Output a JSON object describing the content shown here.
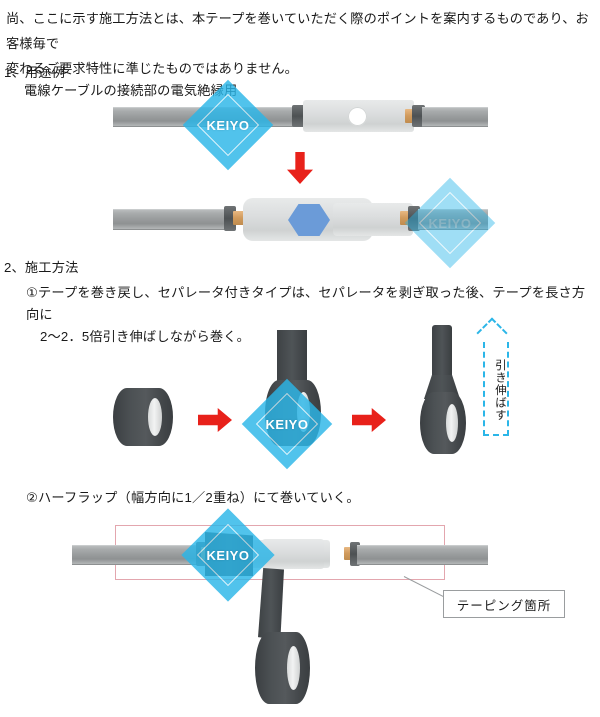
{
  "document": {
    "intro_line1": "尚、ここに示す施工方法とは、本テープを巻いていただく際のポイントを案内するものであり、お客様毎で",
    "intro_line2": "変わるご要求特性に準じたものではありません。"
  },
  "section1": {
    "title": "1、用途例",
    "subtitle": "電線ケーブルの接続部の電気絶縁用"
  },
  "section2": {
    "title": "2、施工方法",
    "item1_line1": "①テープを巻き戻し、セパレータ付きタイプは、セパレータを剥ぎ取った後、テープを長さ方向に",
    "item1_line2": "2〜2．5倍引き伸ばしながら巻く。",
    "item2": "②ハーフラップ（幅方向に1／2重ね）にて巻いていく。"
  },
  "labels": {
    "stretch": "引き伸ばす",
    "taping_point": "テーピング箇所",
    "watermark": "KEIYO"
  },
  "colors": {
    "red_arrow": "#e8211a",
    "cyan_accent": "#2bb6e8",
    "cable_grey": "#9a9d9e",
    "lug_grey": "#dcdedf",
    "copper": "#d09a5c",
    "hex_bolt_blue": "#6b9bd8",
    "tape_dark": "#4c5154",
    "region_pink": "#e3a6ae",
    "callout_border": "#9a9d9f"
  }
}
